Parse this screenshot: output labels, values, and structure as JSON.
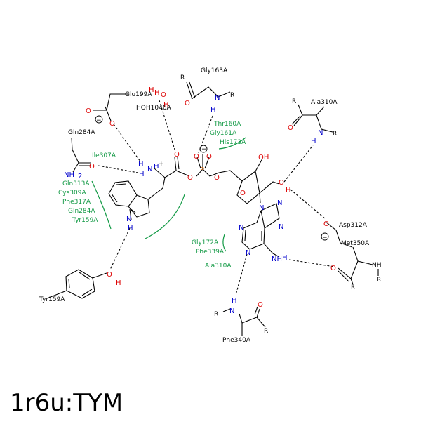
{
  "title": "1r6u:TYM",
  "residues": {
    "glu199": "Glu199A",
    "gly163": "Gly163A",
    "hoh": "HOH1046A",
    "ala310": "Ala310A",
    "gln284": "Gln284A",
    "asp312": "Asp312A",
    "met350": "Met350A",
    "tyr159": "Tyr159A",
    "phe340": "Phe340A"
  },
  "contacts": {
    "ile307": "Ile307A",
    "group_left": [
      "Gln313A",
      "Cys309A",
      "Phe317A",
      "Gln284A",
      "Tyr159A"
    ],
    "group_phosphate": [
      "Thr160A",
      "Gly161A",
      "His173A"
    ],
    "group_adenine": [
      "Gly172A",
      "Phe339A"
    ],
    "ala310_bottom": "Ala310A"
  },
  "atoms": {
    "o": "O",
    "n": "N",
    "h": "H",
    "p": "P",
    "r": "R",
    "oh": "OH",
    "nh": "NH",
    "nh2": "NH",
    "sub2": "2",
    "minus": "−",
    "plus": "+",
    "ho": "H",
    "hoh_o": "O"
  }
}
